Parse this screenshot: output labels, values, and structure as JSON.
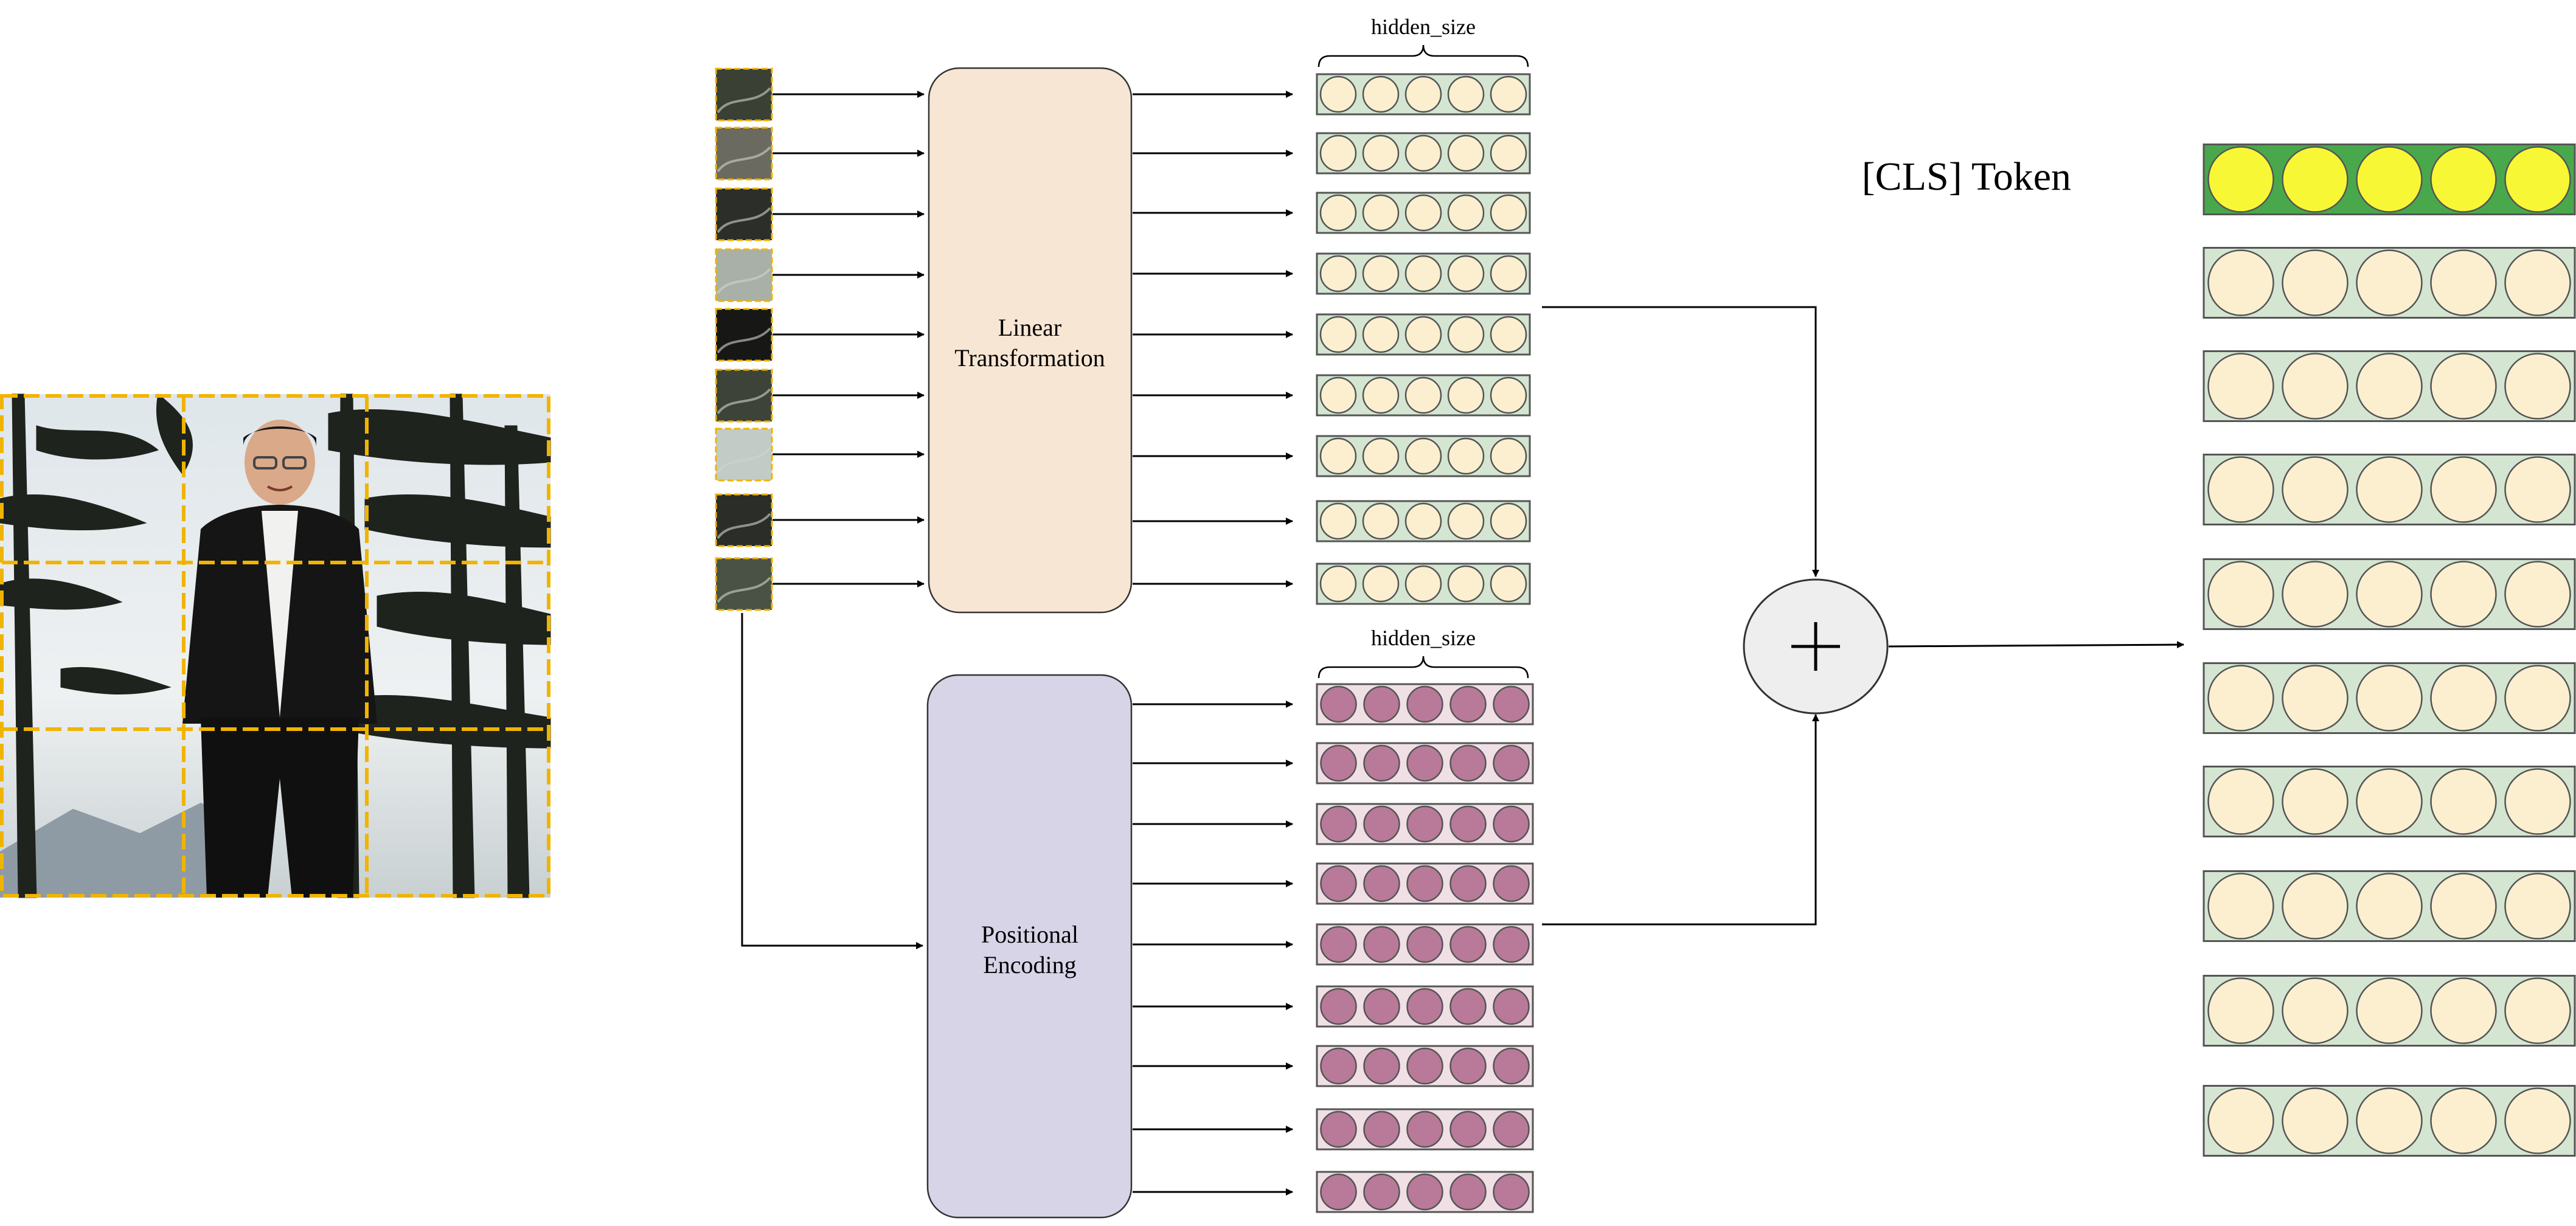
{
  "labels": {
    "linear_transformation_line1": "Linear",
    "linear_transformation_line2": "Transformation",
    "positional_encoding_line1": "Positional",
    "positional_encoding_line2": "Encoding",
    "hidden_size_top": "hidden_size",
    "hidden_size_bottom": "hidden_size",
    "cls_token": "[CLS] Token",
    "add_symbol": "+"
  },
  "structure": {
    "image_grid": {
      "rows": 3,
      "cols": 3
    },
    "patch_count": 9,
    "neurons_per_vector": 5,
    "output_vectors_after_cls": 9
  },
  "colors": {
    "patch_grid_line": "#f0b400",
    "linear_box_fill": "#f8e6d4",
    "positional_box_fill": "#d8d4e8",
    "embedding_circle": "#fbefd0",
    "embedding_cell_bg": "#d4e6d2",
    "positional_circle": "#b87a98",
    "positional_cell_bg": "#f0e0e6",
    "cls_circle": "#f7f736",
    "cls_bg": "#4aa84c",
    "add_circle_fill": "#eeeeee",
    "stroke": "#333333"
  },
  "icons": {
    "photo": "person-standing-photo",
    "patch": "image-patch-thumbnail",
    "add": "plus-circle-icon"
  }
}
